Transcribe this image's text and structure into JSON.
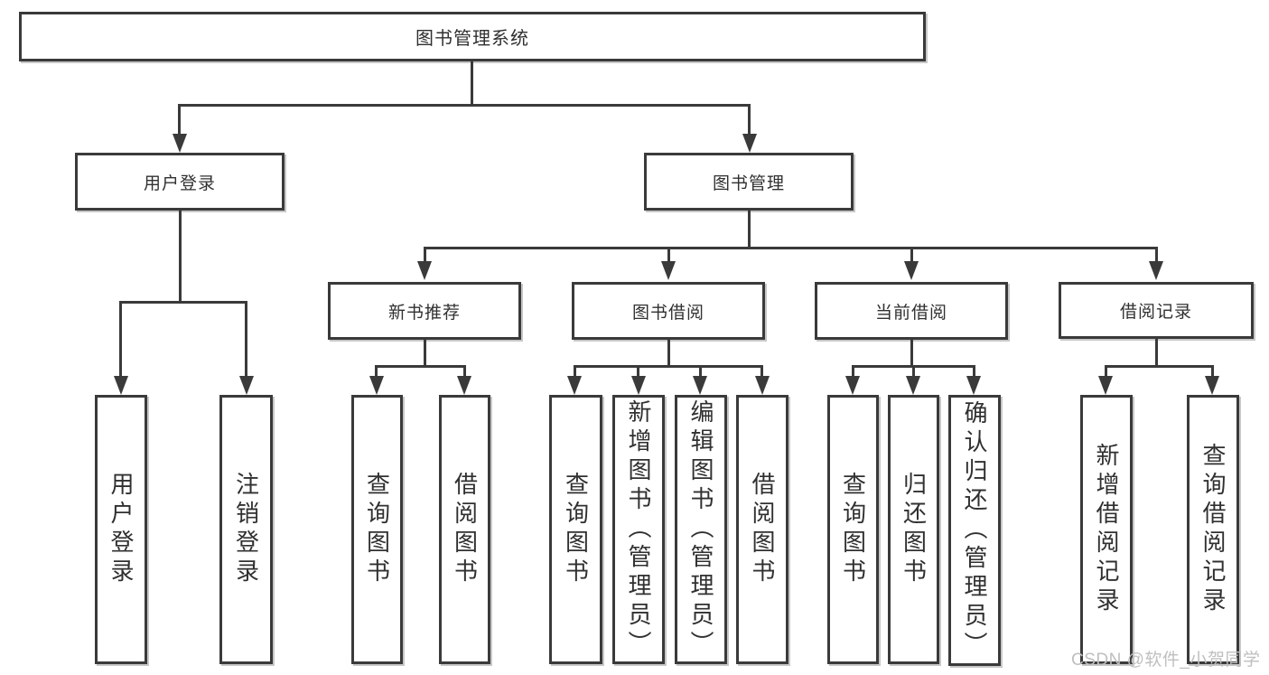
{
  "nodes": {
    "root": "图书管理系统",
    "user_login": "用户登录",
    "book_mgmt": "图书管理",
    "new_book_rec": "新书推荐",
    "book_borrow": "图书借阅",
    "current_borrow": "当前借阅",
    "borrow_record": "借阅记录",
    "leaf_user_login": "用户登录",
    "leaf_logout": "注销登录",
    "nb_query": "查询图书",
    "nb_borrow": "借阅图书",
    "bb_query": "查询图书",
    "bb_add": "新增图书（管理员）",
    "bb_edit": "编辑图书（管理员）",
    "bb_borrow": "借阅图书",
    "cb_query": "查询图书",
    "cb_return": "归还图书",
    "cb_confirm": "确认归还（管理员）",
    "br_add": "新增借阅记录",
    "br_query": "查询借阅记录"
  },
  "hierarchy": {
    "图书管理系统": {
      "用户登录": [
        "用户登录",
        "注销登录"
      ],
      "图书管理": {
        "新书推荐": [
          "查询图书",
          "借阅图书"
        ],
        "图书借阅": [
          "查询图书",
          "新增图书（管理员）",
          "编辑图书（管理员）",
          "借阅图书"
        ],
        "当前借阅": [
          "查询图书",
          "归还图书",
          "确认归还（管理员）"
        ],
        "借阅记录": [
          "新增借阅记录",
          "查询借阅记录"
        ]
      }
    }
  },
  "watermark": "CSDN @软件_小贺同学",
  "colors": {
    "line": "#3a3a3a",
    "text": "#303030",
    "box_background": "#ffffff",
    "page_background": "#ffffff",
    "watermark": "#bfbfbf"
  }
}
